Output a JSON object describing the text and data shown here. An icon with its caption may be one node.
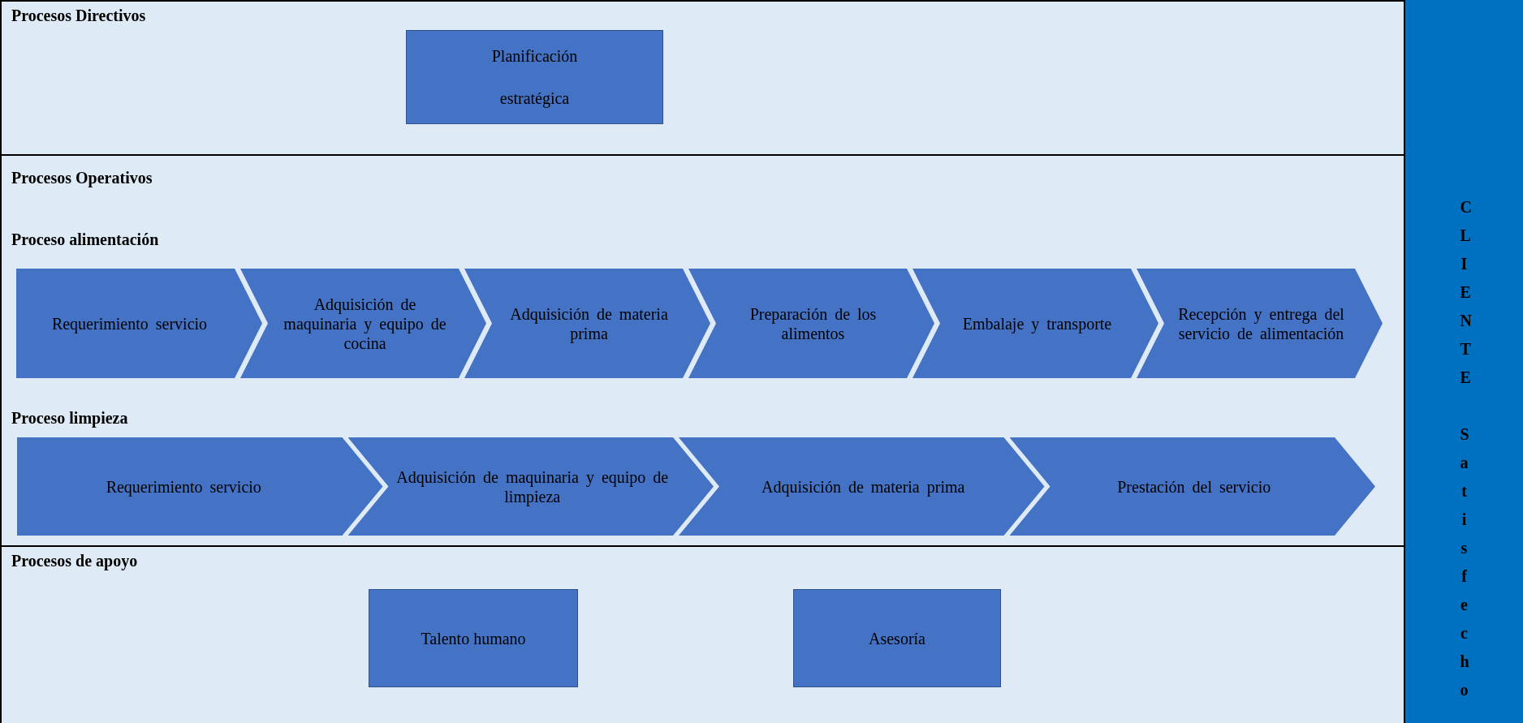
{
  "diagram": {
    "nodes": [
      {
        "text": [
          "Procesos Directivos"
        ]
      },
      {
        "text": [
          "Planificación estratégica"
        ],
        "in": 0
      },
      {
        "text": [
          "Procesos Operativos",
          "Proceso alimentación",
          "Proceso limpieza"
        ]
      },
      {
        "text": [
          "Requerimiento servicio"
        ],
        "in": 2
      },
      {
        "text": [
          "Adquisición de maquinaria y equipo de cocina"
        ],
        "in": 2
      },
      {
        "text": [
          "Adquisición de materia prima"
        ],
        "in": 2
      },
      {
        "text": [
          "Preparación de los alimentos"
        ],
        "in": 2
      },
      {
        "text": [
          "Embalaje y transporte"
        ],
        "in": 2
      },
      {
        "text": [
          "Recepción y entrega del servicio de alimentación"
        ],
        "in": 2
      },
      {
        "text": [
          "Requerimiento servicio"
        ],
        "in": 2
      },
      {
        "text": [
          "Adquisición de maquinaria y equipo de limpieza"
        ],
        "in": 2
      },
      {
        "text": [
          "Adquisición de materia prima"
        ],
        "in": 2
      },
      {
        "text": [
          "Prestación del servicio"
        ],
        "in": 2
      },
      {
        "text": [
          "Procesos de apoyo"
        ]
      },
      {
        "text": [
          "Talento humano"
        ],
        "in": 13
      },
      {
        "text": [
          "Asesoría"
        ],
        "in": 13
      },
      {
        "text": [
          "CLIENTE",
          "Satisfecho"
        ]
      }
    ],
    "edges": []
  }
}
